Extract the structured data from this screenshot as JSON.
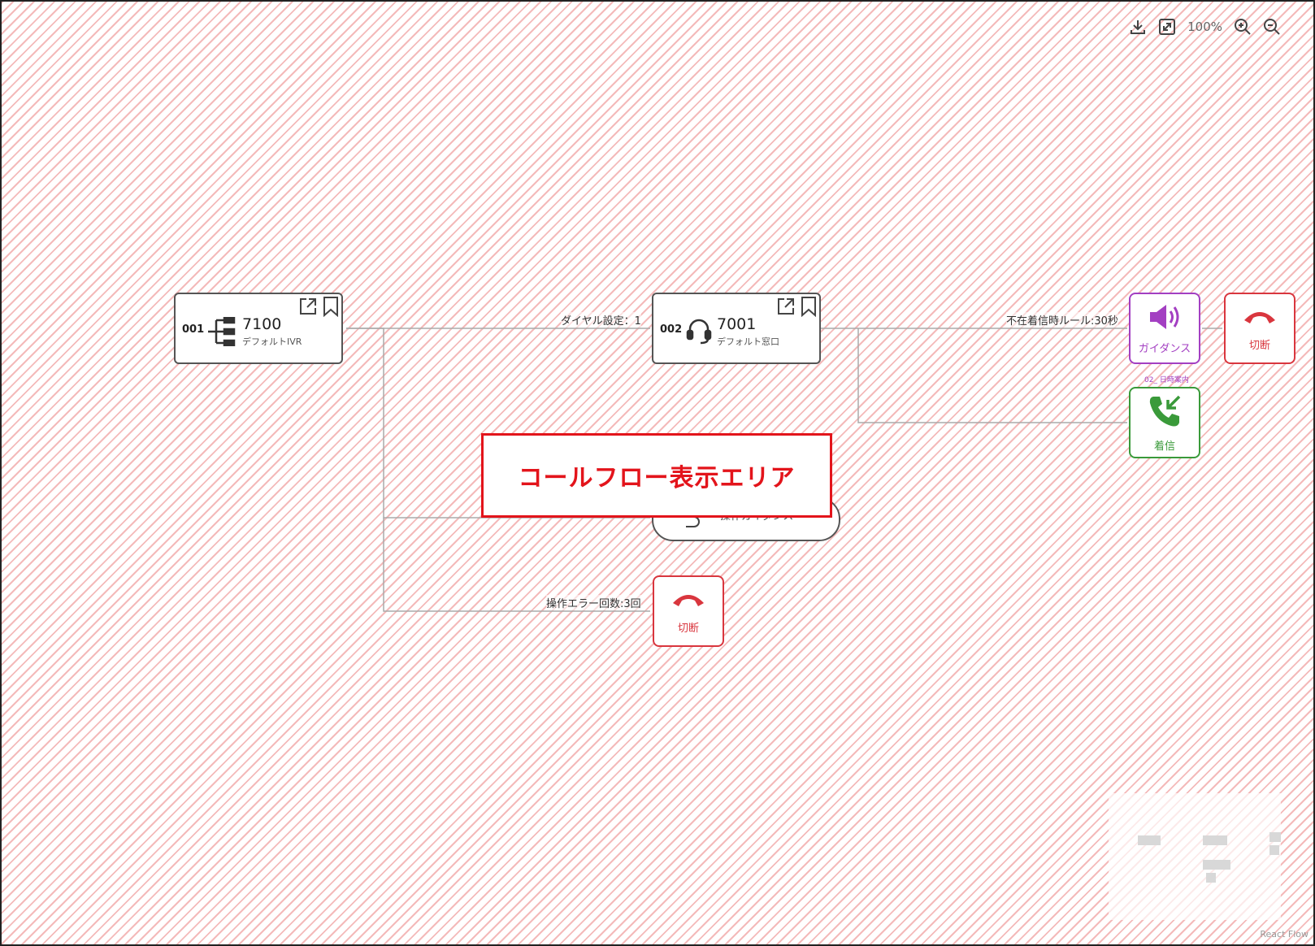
{
  "toolbar": {
    "download_icon": "download-icon",
    "fit_icon": "fit-view-icon",
    "zoom_level": "100%",
    "zoom_in_icon": "zoom-in-icon",
    "zoom_out_icon": "zoom-out-icon"
  },
  "nodes": {
    "ivr": {
      "number": "001",
      "title": "7100",
      "subtitle": "デフォルトIVR",
      "icon": "ivr-tree-icon"
    },
    "queue": {
      "number": "002",
      "title": "7001",
      "subtitle": "デフォルト窓口",
      "icon": "headset-icon"
    }
  },
  "tiles": {
    "guidance": {
      "label": "ガイダンス",
      "caption": "02_ 日時案内",
      "icon": "speaker-icon"
    },
    "disconnect_top": {
      "label": "切断",
      "icon": "hang-up-icon"
    },
    "incoming": {
      "label": "着信",
      "icon": "incoming-call-icon"
    },
    "disconnect_bottom": {
      "label": "切断",
      "icon": "hang-up-icon"
    }
  },
  "pill": {
    "label": "操作ガイダンス",
    "icon": "return-icon"
  },
  "edges": {
    "dial_setting": "ダイヤル設定：1",
    "absence_rule": "不在着信時ルール:30秒",
    "error_count": "操作エラー回数:3回"
  },
  "callout": "コールフロー表示エリア",
  "attribution": "React Flow",
  "colors": {
    "red": "#e3141b",
    "disconnect": "#d9363e",
    "guidance": "#a33fc2",
    "incoming": "#3a9a3a",
    "node_border": "#555555"
  }
}
